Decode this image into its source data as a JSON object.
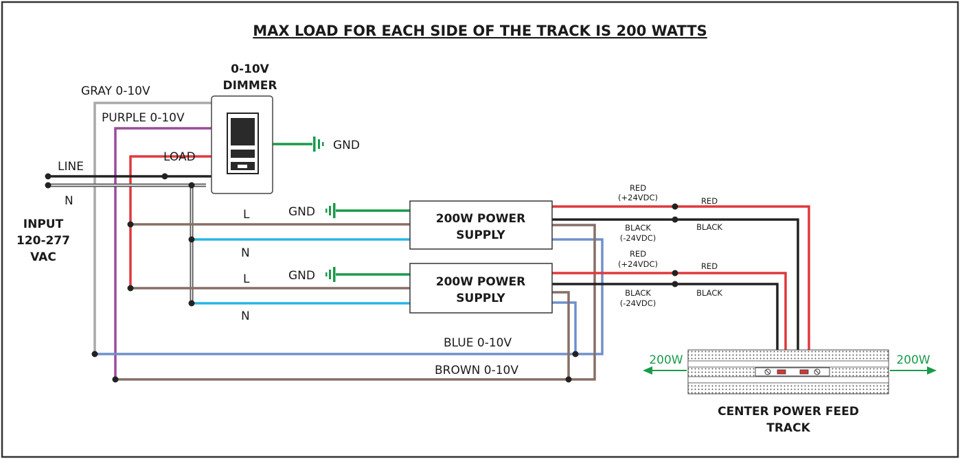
{
  "title": "MAX LOAD FOR EACH SIDE OF THE TRACK IS 200 WATTS",
  "dimmer": {
    "line1": "0-10V",
    "line2": "DIMMER"
  },
  "wires": {
    "gray": "GRAY 0-10V",
    "purple": "PURPLE 0-10V",
    "load": "LOAD",
    "line": "LINE",
    "neutral": "N",
    "gnd": "GND",
    "l": "L",
    "n": "N",
    "blue": "BLUE 0-10V",
    "brown": "BROWN 0-10V"
  },
  "input": {
    "line1": "INPUT",
    "line2": "120-277",
    "line3": "VAC"
  },
  "power_supply": {
    "line1": "200W POWER",
    "line2": "SUPPLY"
  },
  "outputs": {
    "red": "RED",
    "red_v": "(+24VDC)",
    "black": "BLACK",
    "black_v": "(-24VDC)"
  },
  "track": {
    "left_label": "200W",
    "right_label": "200W",
    "line1": "CENTER POWER FEED",
    "line2": "TRACK"
  },
  "colors": {
    "black": "#222222",
    "red": "#e0383c",
    "green": "#1a9a4a",
    "gray": "#a8a8a8",
    "purple": "#9b4a9a",
    "brown": "#876f66",
    "blue": "#26b6e6",
    "blue_0_10v": "#7090cc"
  }
}
